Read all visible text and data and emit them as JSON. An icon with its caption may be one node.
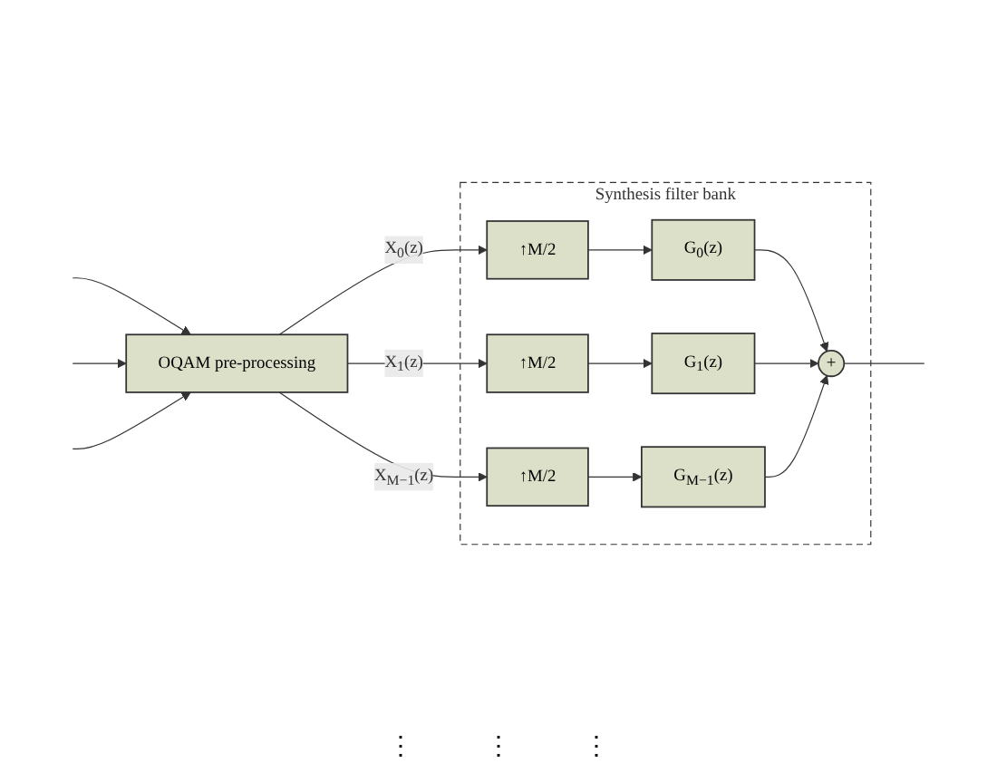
{
  "diagram": {
    "nodes": [
      {
        "text": [
          "OQAM pre-processing"
        ]
      },
      {
        "text": [
          "Synthesis filter bank"
        ]
      },
      {
        "text": [
          "↑M/2"
        ],
        "in": 1
      },
      {
        "text": [
          "↑M/2"
        ],
        "in": 1
      },
      {
        "text": [
          "↑M/2"
        ],
        "in": 1
      },
      {
        "text": [
          "G$_{0}$(z)"
        ],
        "in": 1
      },
      {
        "text": [
          "G$_{1}$(z)"
        ],
        "in": 1
      },
      {
        "text": [
          "G$_{M−1}$(z)"
        ],
        "in": 1
      },
      {
        "text": [
          "+"
        ],
        "in": 1
      }
    ],
    "edges": [
      {
        "from": null,
        "to": 0,
        "arrow": "to"
      },
      {
        "from": null,
        "to": 0,
        "arrow": "to"
      },
      {
        "from": null,
        "to": 0,
        "arrow": "to"
      },
      {
        "from": 0,
        "to": 2,
        "arrow": "to",
        "label": "X$_{0}$(z)"
      },
      {
        "from": 0,
        "to": 3,
        "arrow": "to",
        "label": "X$_{1}$(z)"
      },
      {
        "from": 0,
        "to": 4,
        "arrow": "to",
        "label": "X$_{M−1}$(z)"
      },
      {
        "from": 2,
        "to": 5,
        "arrow": "to"
      },
      {
        "from": 3,
        "to": 6,
        "arrow": "to"
      },
      {
        "from": 4,
        "to": 7,
        "arrow": "to"
      },
      {
        "from": 5,
        "to": 8,
        "arrow": "to"
      },
      {
        "from": 6,
        "to": 8,
        "arrow": "to"
      },
      {
        "from": 7,
        "to": 8,
        "arrow": "to"
      },
      {
        "from": 8,
        "to": null,
        "arrow": "none"
      }
    ],
    "labels": [
      "⋮",
      "⋮",
      "⋮"
    ]
  }
}
